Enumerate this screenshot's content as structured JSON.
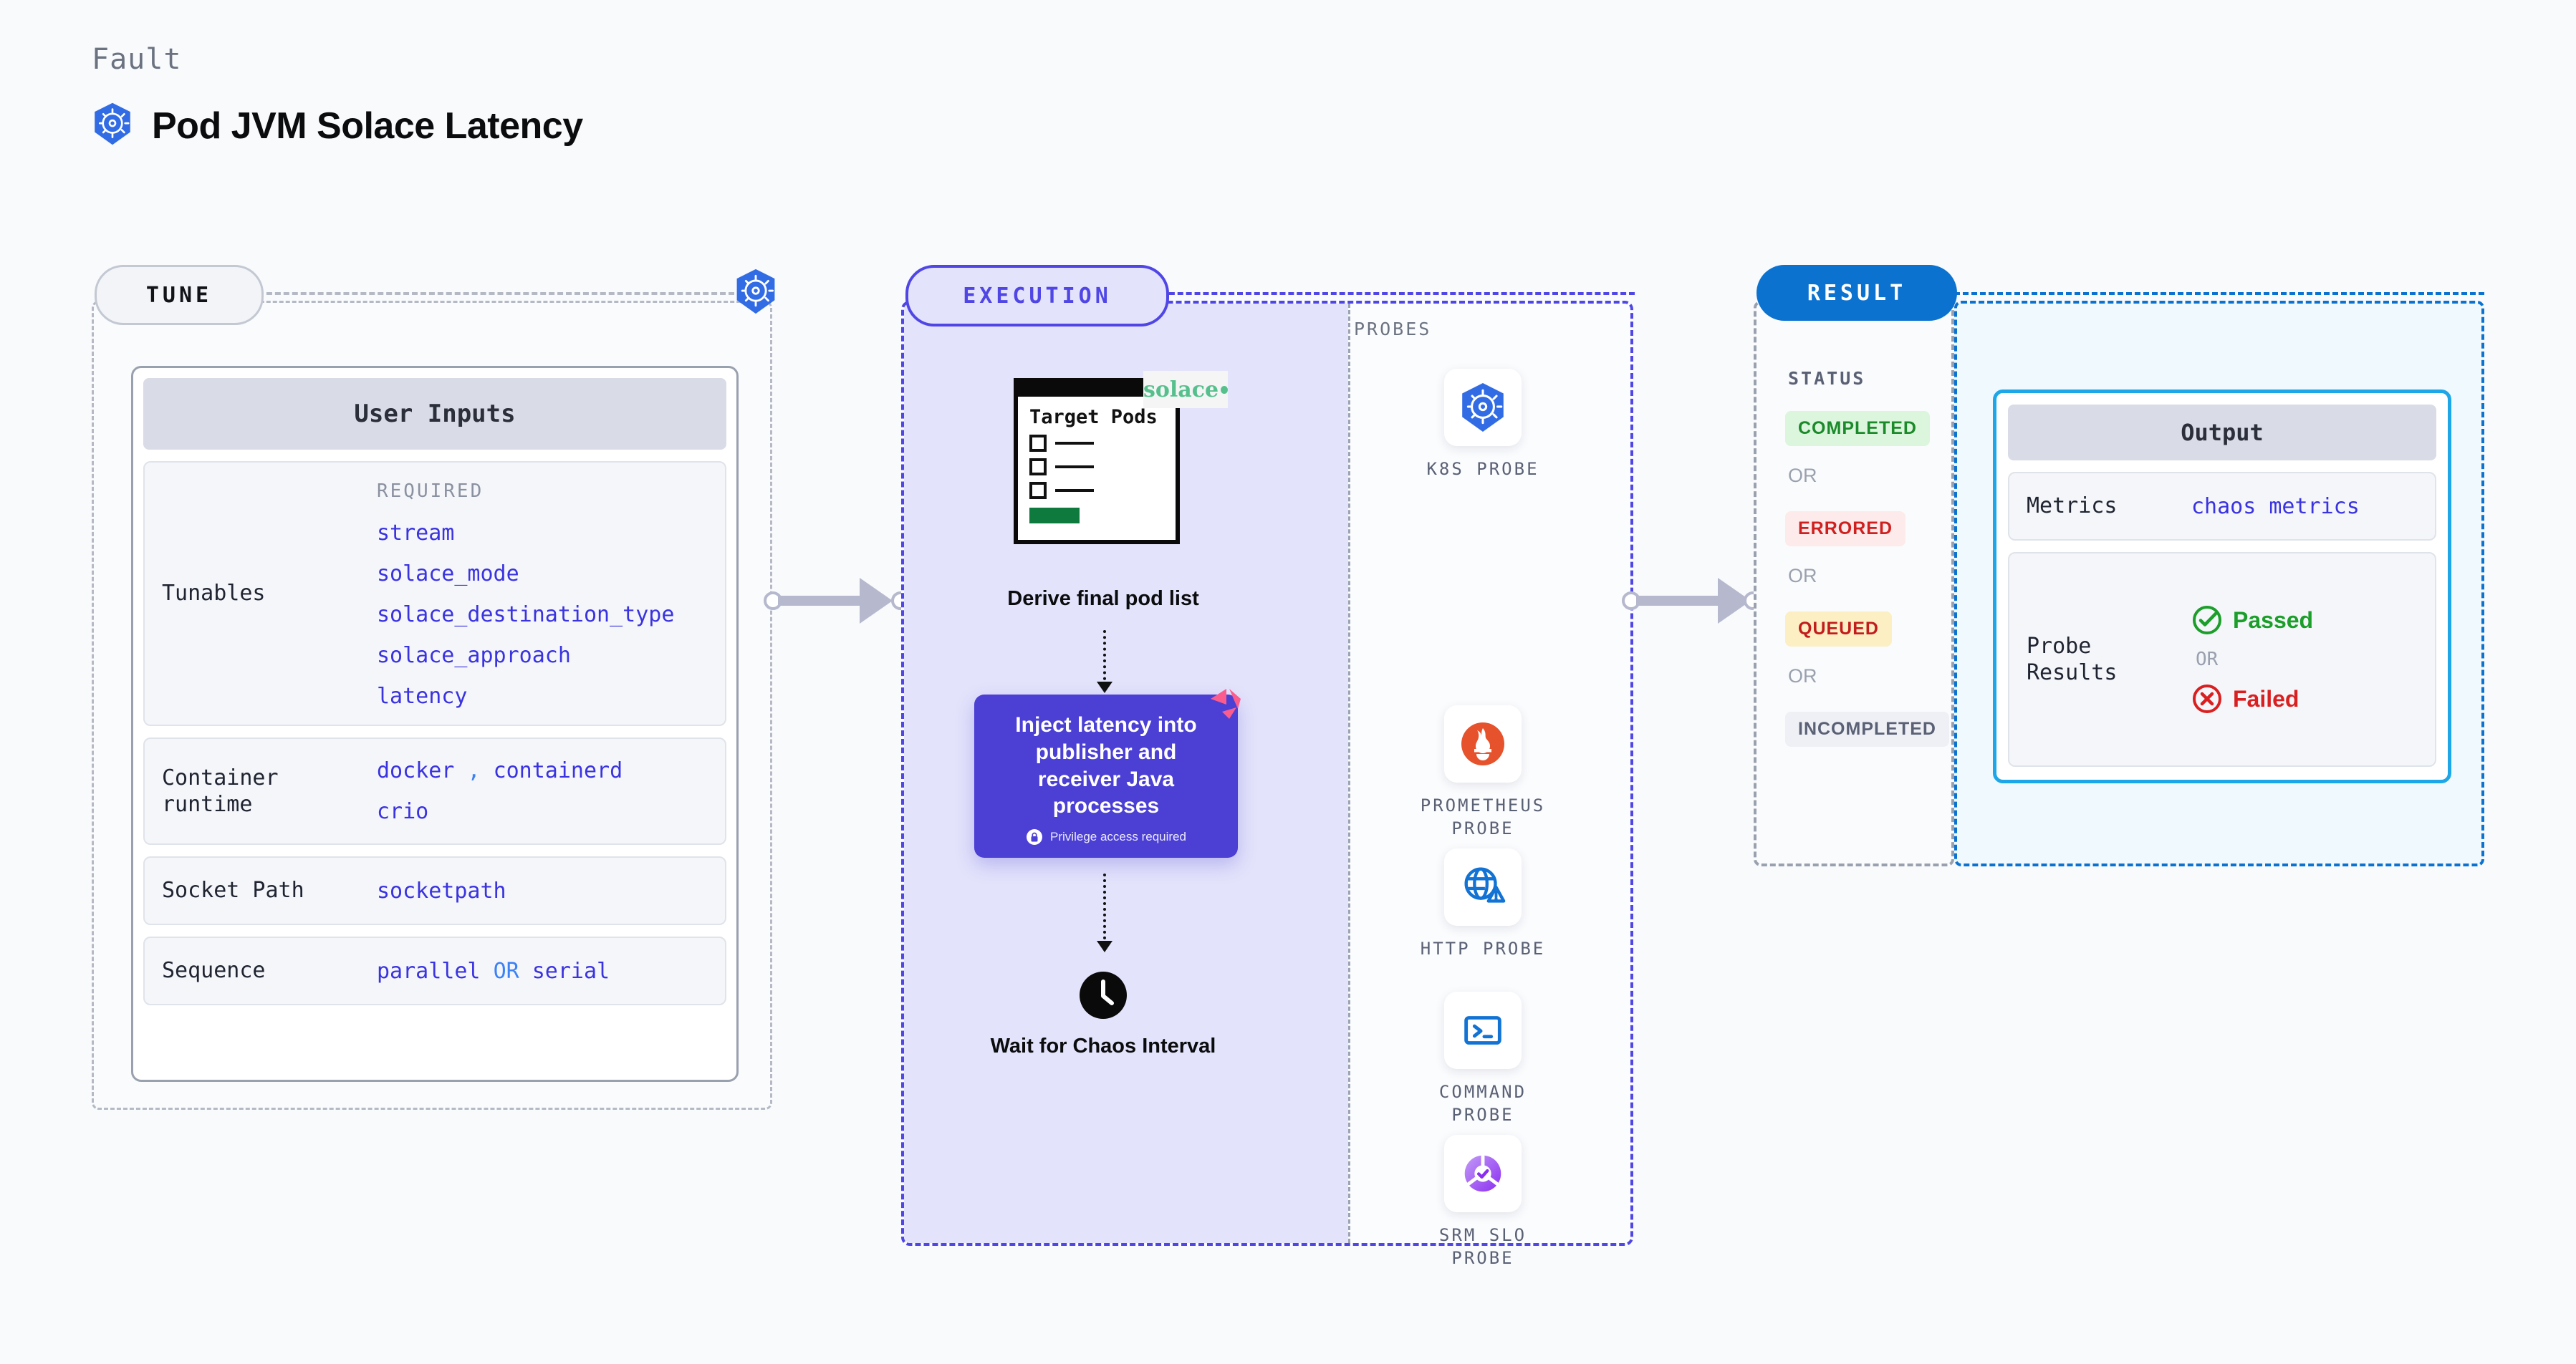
{
  "header": {
    "kicker": "Fault",
    "title": "Pod JVM Solace Latency",
    "icon": "kubernetes-icon"
  },
  "tune": {
    "badge": "TUNE",
    "corner_icon": "kubernetes-icon",
    "card_title": "User Inputs",
    "tunables": {
      "label": "Tunables",
      "required_label": "REQUIRED",
      "values": [
        "stream",
        "solace_mode",
        "solace_destination_type",
        "solace_approach",
        "latency"
      ]
    },
    "rows": [
      {
        "label": "Container runtime",
        "values": [
          "docker",
          "containerd",
          "crio"
        ],
        "separator": ","
      },
      {
        "label": "Socket Path",
        "values": [
          "socketpath"
        ],
        "separator": ""
      },
      {
        "label": "Sequence",
        "values": [
          "parallel",
          "serial"
        ],
        "separator": "OR"
      }
    ]
  },
  "execution": {
    "badge": "EXECUTION",
    "clipboard": {
      "title": "Target Pods",
      "brand": "solace",
      "checkbox_rows": 3
    },
    "derive_label": "Derive final pod list",
    "inject_card": {
      "text": "Inject latency into publisher and receiver Java processes",
      "privilege_note": "Privilege access required",
      "lock_icon": "lock-icon",
      "corner_icon": "harness-chaos-icon"
    },
    "wait_node": {
      "icon": "clock-icon",
      "label": "Wait for Chaos Interval"
    },
    "probes_title": "PROBES",
    "probes": [
      {
        "label": "K8S PROBE",
        "icon": "kubernetes-icon"
      },
      {
        "label": "PROMETHEUS PROBE",
        "icon": "prometheus-icon"
      },
      {
        "label": "HTTP PROBE",
        "icon": "globe-warning-icon"
      },
      {
        "label": "COMMAND PROBE",
        "icon": "terminal-icon"
      },
      {
        "label": "SRM SLO PROBE",
        "icon": "srm-slo-icon"
      }
    ]
  },
  "result": {
    "badge": "RESULT",
    "status_title": "STATUS",
    "or_text": "OR",
    "statuses": [
      {
        "label": "COMPLETED",
        "color": "#1b8a2a",
        "bg": "#dcf5dd"
      },
      {
        "label": "ERRORED",
        "color": "#cf2020",
        "bg": "#fdeaea"
      },
      {
        "label": "QUEUED",
        "color": "#c21c1c",
        "bg": "#fcefc4"
      },
      {
        "label": "INCOMPLETED",
        "color": "#5b6175",
        "bg": "#eef0f5"
      }
    ],
    "output": {
      "title": "Output",
      "metrics_label": "Metrics",
      "metrics_value": "chaos metrics",
      "probe_results_label": "Probe Results",
      "passed_label": "Passed",
      "failed_label": "Failed",
      "or_text": "OR",
      "passed_icon": "check-circle-icon",
      "failed_icon": "x-circle-icon"
    }
  },
  "colors": {
    "accent_indigo": "#4f46e5",
    "accent_blue": "#0b72d0",
    "k8s_blue": "#326ce5",
    "code_violet": "#3a33e0",
    "pass_green": "#1b8a2a",
    "fail_red": "#d91f1f"
  }
}
